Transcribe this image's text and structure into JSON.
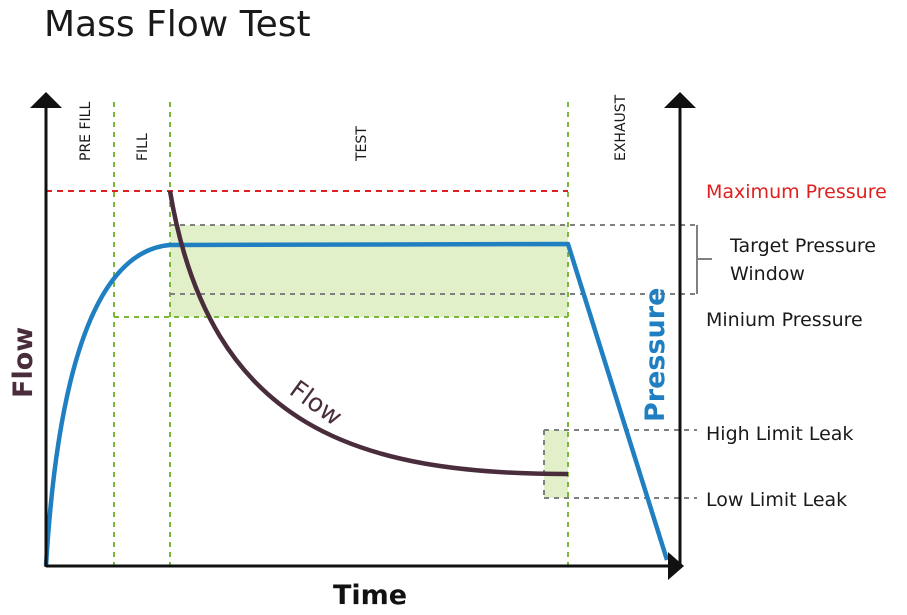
{
  "title": "Mass Flow Test",
  "phases": {
    "prefill": "PRE FILL",
    "fill": "FILL",
    "test": "TEST",
    "exhaust": "EXHAUST"
  },
  "labels": {
    "maximum_pressure": "Maximum Pressure",
    "target_window_line1": "Target Pressure",
    "target_window_line2": "Window",
    "minimum_pressure": "Minium Pressure",
    "high_limit_leak": "High Limit Leak",
    "low_limit_leak": "Low Limit Leak"
  },
  "axes": {
    "left": "Flow",
    "right": "Pressure",
    "bottom": "Time"
  },
  "curves": {
    "flow": "Flow"
  },
  "colors": {
    "flow_curve": "#4a2d3c",
    "pressure_curve": "#1f7fc1",
    "max_pressure_line": "#e02020",
    "phase_divider": "#7ab83a",
    "window_fill": "#e1f0c8",
    "callout_dash": "#808080",
    "axis": "#111111"
  }
}
